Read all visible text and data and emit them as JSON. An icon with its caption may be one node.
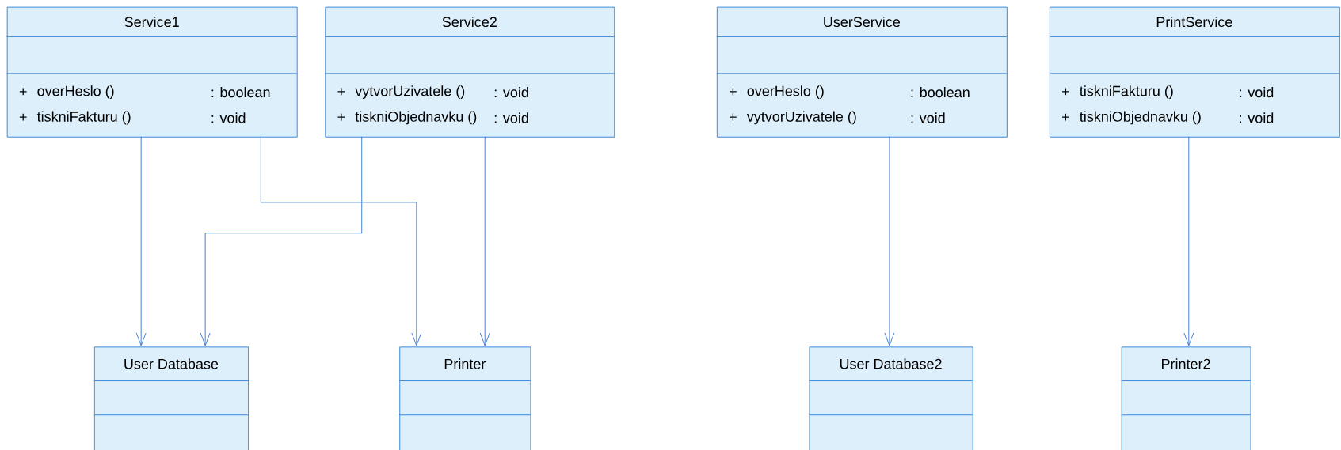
{
  "diagram": {
    "nodes": [
      {
        "text": [
          "Service1",
          "+",
          "overHeslo ()",
          ": boolean",
          "+",
          "tiskniFakturu ()",
          ": void"
        ]
      },
      {
        "text": [
          "Service2",
          "+",
          "vytvorUzivatele ()",
          ": void",
          "+",
          "tiskniObjednavku ()",
          ": void"
        ]
      },
      {
        "text": [
          "UserService",
          "+",
          "overHeslo ()",
          ": boolean",
          "+",
          "vytvorUzivatele ()",
          ": void"
        ]
      },
      {
        "text": [
          "PrintService",
          "+",
          "tiskniFakturu ()",
          ": void",
          "+",
          "tiskniObjednavku ()",
          ": void"
        ]
      },
      {
        "text": [
          "User Database"
        ]
      },
      {
        "text": [
          "Printer"
        ]
      },
      {
        "text": [
          "User Database2"
        ]
      },
      {
        "text": [
          "Printer2"
        ]
      }
    ],
    "edges": [
      {
        "from": 0,
        "to": 4,
        "arrow": "to"
      },
      {
        "from": 0,
        "to": 5,
        "arrow": "to"
      },
      {
        "from": 1,
        "to": 4,
        "arrow": "to"
      },
      {
        "from": 1,
        "to": 5,
        "arrow": "to"
      },
      {
        "from": 2,
        "to": 6,
        "arrow": "to"
      },
      {
        "from": 3,
        "to": 7,
        "arrow": "to"
      }
    ]
  }
}
